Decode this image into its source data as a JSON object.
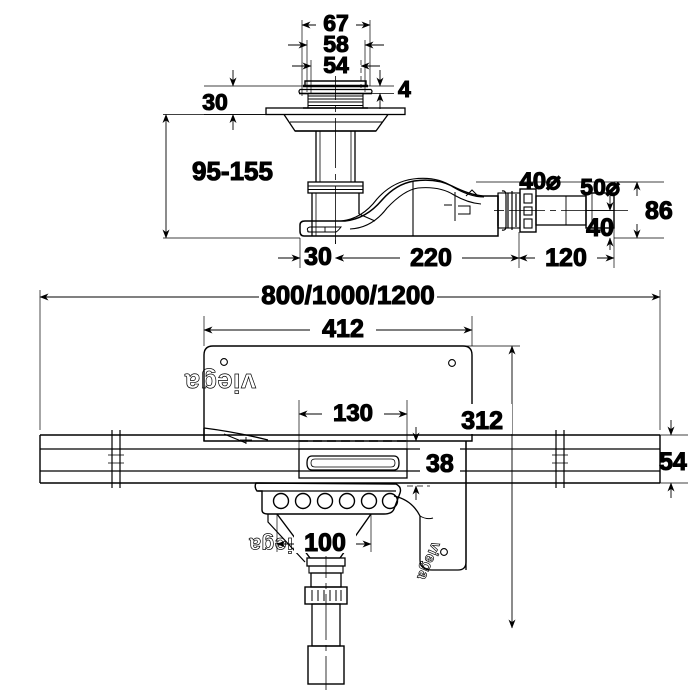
{
  "drawing": {
    "title": "Viega shower channel / drain assembly dimensioned drawing",
    "units": "mm",
    "line_color": "#000000",
    "background_color": "#ffffff",
    "brand": "viega"
  },
  "views": {
    "side_view": {
      "name": "side-elevation-view",
      "dimensions": {
        "d67": "67",
        "d58": "58",
        "d54": "54",
        "d4": "4",
        "d30_top": "30",
        "d95_155": "95-155",
        "d30_bottom": "30",
        "d220": "220",
        "d120": "120",
        "d40_dia": "40⌀",
        "d50_dia": "50⌀",
        "d86": "86",
        "d40": "40"
      }
    },
    "plan_view": {
      "name": "plan-section-view",
      "dimensions": {
        "d_length": "800/1000/1200",
        "d412": "412",
        "d130": "130",
        "d38": "38",
        "d312": "312",
        "d54": "54",
        "d100": "100"
      },
      "labels": {
        "logo_body": "viega",
        "logo_funnel": "viega",
        "logo_bracket": "viega"
      }
    }
  }
}
